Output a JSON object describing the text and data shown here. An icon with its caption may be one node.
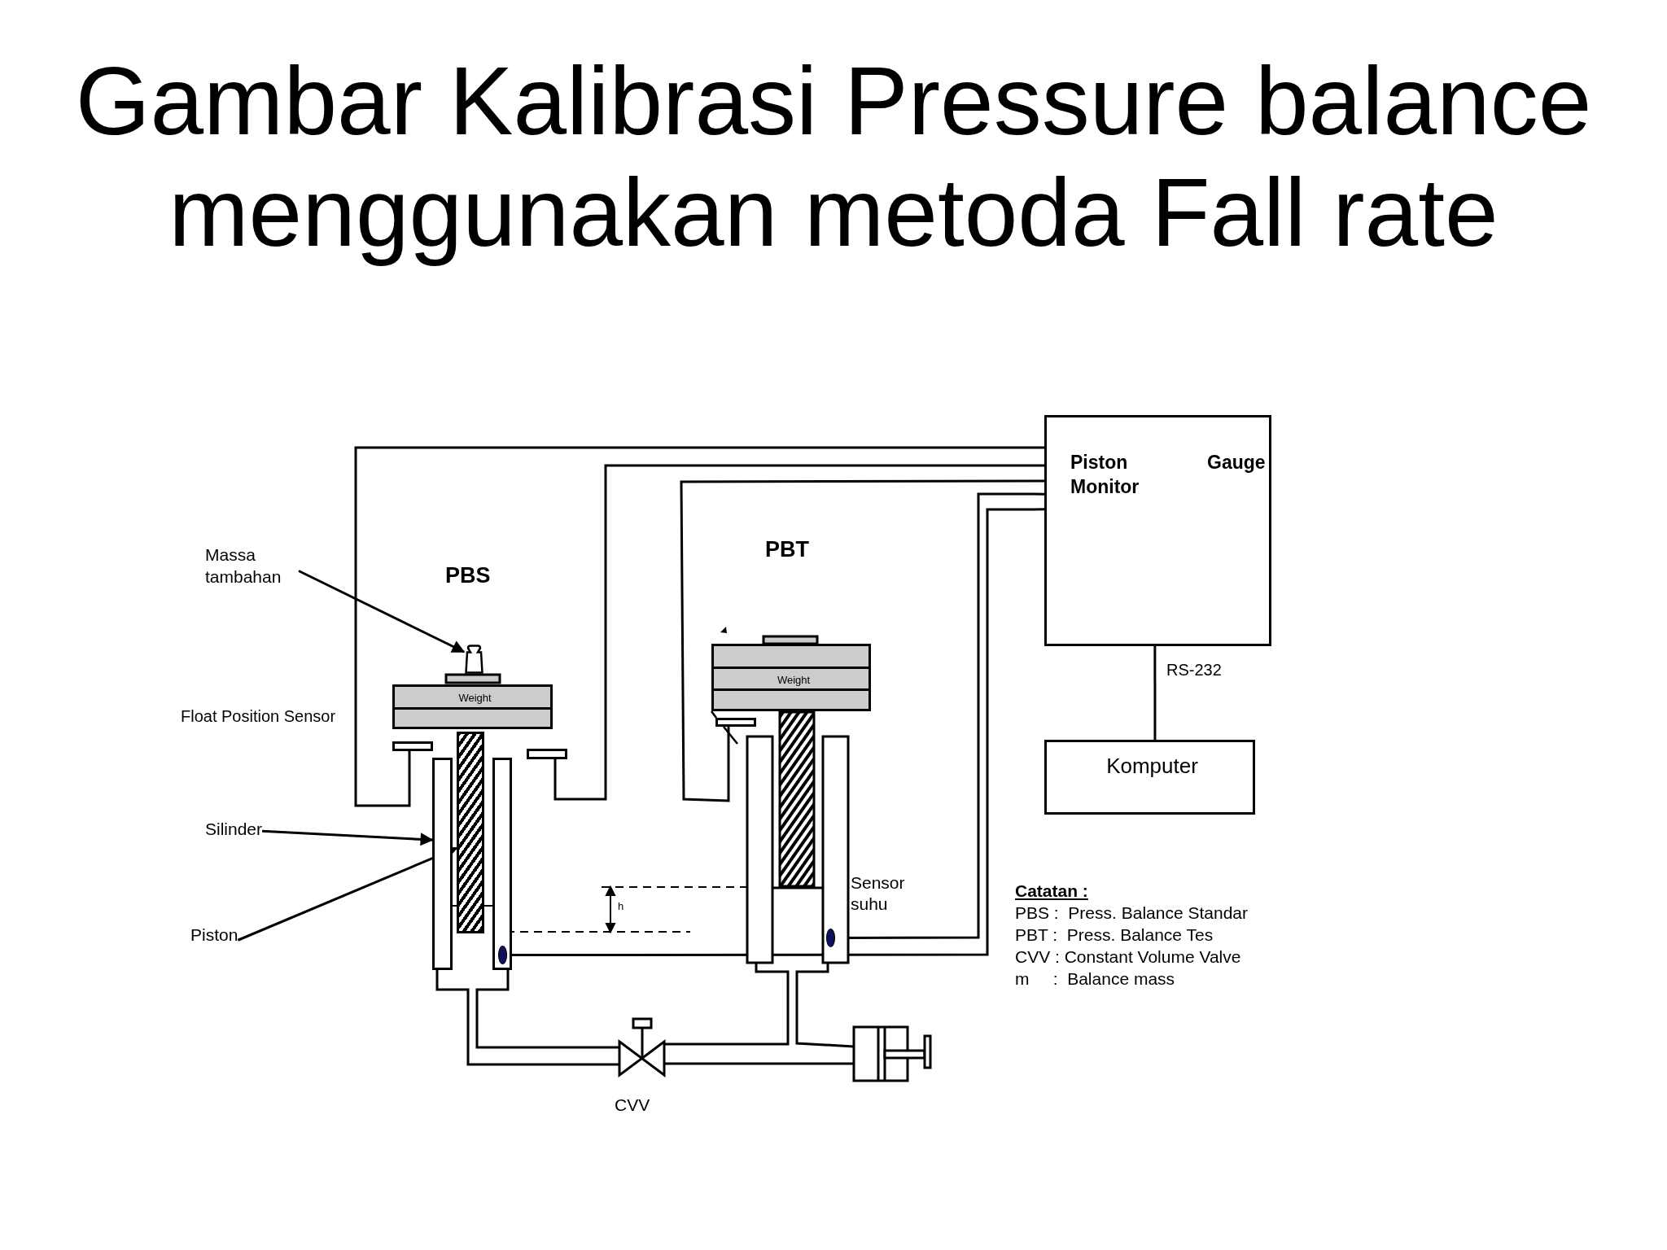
{
  "diagram": {
    "title": "Gambar Kalibrasi Pressure balance menggunakan metoda Fall rate",
    "nodes": [
      {
        "text": [
          "Piston Monitor",
          "Gauge"
        ]
      },
      {
        "text": [
          "Komputer"
        ]
      },
      {
        "text": [
          "Massa tambahan"
        ]
      },
      {
        "text": [],
        "shape": "weight"
      },
      {
        "text": [
          "Weight"
        ]
      },
      {
        "text": [
          "Weight"
        ]
      },
      {
        "text": [],
        "shape": "bar"
      },
      {
        "text": [],
        "shape": "bar"
      },
      {
        "text": [],
        "shape": "bar"
      },
      {
        "text": [],
        "shape": "circle",
        "in": 12
      },
      {
        "text": [],
        "shape": "circle"
      },
      {
        "text": [
          "Silinder"
        ]
      },
      {
        "text": [],
        "shape": "bar"
      },
      {
        "text": [
          "Piston"
        ]
      },
      {
        "text": [],
        "shape": "bar",
        "in": 12
      }
    ],
    "edges": [
      {
        "from": 0,
        "to": 1,
        "arrow": "none",
        "label": "RS-232"
      },
      {
        "from": 2,
        "to": 3,
        "arrow": "to"
      },
      {
        "from": 11,
        "to": 12,
        "arrow": "to"
      },
      {
        "from": 13,
        "to": 14,
        "arrow": "to"
      },
      {
        "from": 6,
        "to": 0,
        "arrow": "none"
      },
      {
        "from": 7,
        "to": 0,
        "arrow": "none"
      },
      {
        "from": 8,
        "to": 0,
        "arrow": "none"
      },
      {
        "from": 10,
        "to": 0,
        "arrow": "none"
      },
      {
        "from": 9,
        "to": 0,
        "arrow": "none"
      }
    ],
    "labels": [
      "PBT",
      "PBS",
      "Float Position Sensor",
      "Sensor suhu",
      "h",
      "CVV",
      "Catatan :",
      "PBS :  Press. Balance Standar",
      "PBT :  Press. Balance Tes",
      "CVV : Constant Volume Valve",
      "m     :  Balance mass"
    ]
  }
}
